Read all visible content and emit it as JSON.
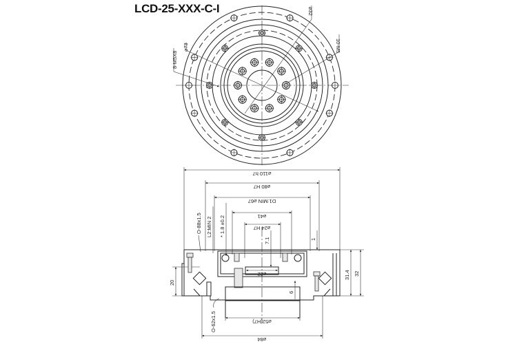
{
  "title": "LCD-25-XXX-C-I",
  "top_view": {
    "labels": {
      "d32": "⌀32",
      "m5": "10-M5",
      "d73": "⌀73",
      "m5x8": "8-M5X8"
    }
  },
  "section_view": {
    "labels": {
      "d110": "⌀110 h7",
      "d80": "⌀80 H7",
      "d1min": "D1:MIN ⌀67",
      "d41": "⌀41",
      "d24": "⌀24 H7",
      "d22": "⌀22",
      "d52": "⌀52(H7)",
      "d84": "⌀84",
      "oring88": "O-88x1.5",
      "l2min": "L2:MIN 2",
      "tol18": "* 1.8 ±0.2",
      "v71": "7.1",
      "v1": "1",
      "v20": "20",
      "v314": "31.4",
      "v32": "32",
      "v6": "6",
      "oring62": "O-62x1.5"
    }
  }
}
